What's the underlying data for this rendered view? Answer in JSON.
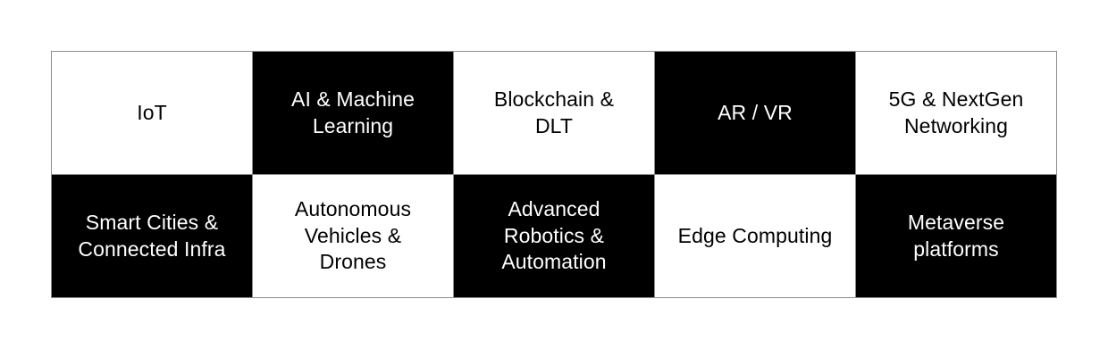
{
  "diagram": {
    "title": "Technology Categories Grid",
    "type": "checkerboard-grid",
    "columns": 5,
    "rows": 2,
    "colors": {
      "light_background": "#ffffff",
      "light_text": "#000000",
      "dark_background": "#000000",
      "dark_text": "#ffffff",
      "border": "#8d8d8d",
      "page_background": "#ffffff"
    },
    "cells": [
      {
        "label": "IoT",
        "style": "light",
        "row": 1,
        "col": 1
      },
      {
        "label": "AI & Machine\nLearning",
        "style": "dark",
        "row": 1,
        "col": 2
      },
      {
        "label": "Blockchain &\nDLT",
        "style": "light",
        "row": 1,
        "col": 3
      },
      {
        "label": "AR / VR",
        "style": "dark",
        "row": 1,
        "col": 4
      },
      {
        "label": "5G & NextGen\nNetworking",
        "style": "light",
        "row": 1,
        "col": 5
      },
      {
        "label": "Smart Cities &\nConnected Infra",
        "style": "dark",
        "row": 2,
        "col": 1
      },
      {
        "label": "Autonomous\nVehicles &\nDrones",
        "style": "light",
        "row": 2,
        "col": 2
      },
      {
        "label": "Advanced\nRobotics &\nAutomation",
        "style": "dark",
        "row": 2,
        "col": 3
      },
      {
        "label": "Edge Computing",
        "style": "light",
        "row": 2,
        "col": 4
      },
      {
        "label": "Metaverse\nplatforms",
        "style": "dark",
        "row": 2,
        "col": 5
      }
    ]
  }
}
